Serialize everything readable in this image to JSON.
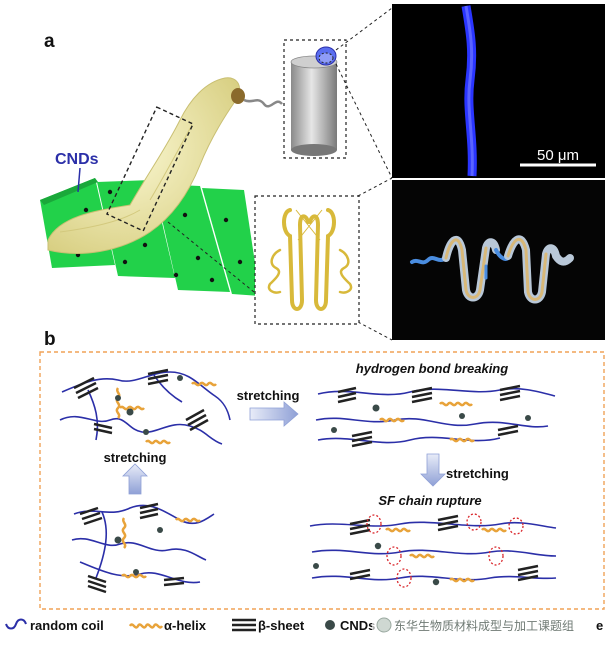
{
  "panel_a": {
    "label": "a",
    "cnd_label": "CNDs",
    "scale_bar": "50 μm"
  },
  "panel_b": {
    "label": "b",
    "stretching_right": "stretching",
    "stretching_up": "stretching",
    "stretching_down": "stretching",
    "hbond_title": "hydrogen bond breaking",
    "rupture_title": "SF chain rupture"
  },
  "legend": {
    "random_coil": "random coil",
    "alpha_helix": "α-helix",
    "beta_sheet": "β-sheet",
    "cnd": "CNDs",
    "rupture_tail": "e"
  },
  "watermark": "东华生物质材料成型与加工课题组",
  "colors": {
    "chain": "#2b2fa8",
    "helix": "#e8a33a",
    "sheet": "#222222",
    "green": "#22d14a",
    "fluor_blue": "#2a35ff",
    "larva": "#efe9a6",
    "rupture": "#d9262b",
    "frame_orange": "#f0a257"
  }
}
